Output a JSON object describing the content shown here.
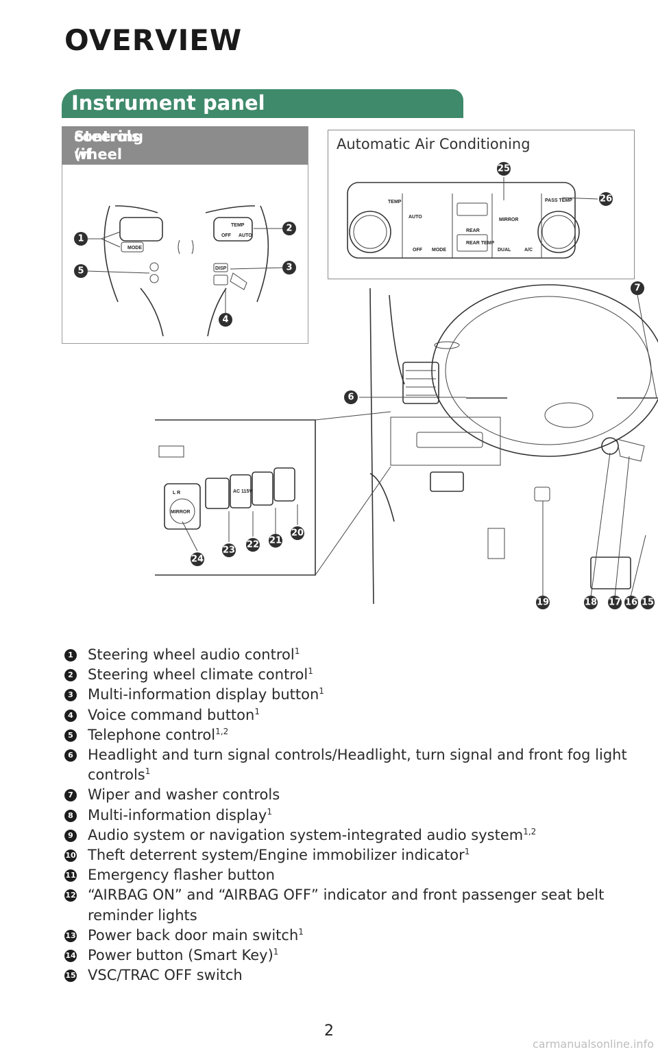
{
  "page": {
    "title": "OVERVIEW",
    "section": "Instrument panel",
    "steering_box_title": "Steering wheel controls (if equipped)",
    "steering_box_line1": "Steering wheel",
    "steering_box_line2": "controls (if equipped)",
    "ac_title": "Automatic Air Conditioning",
    "page_number": "2",
    "watermark": "carmanualsonline.info"
  },
  "ac_panel_labels": {
    "temp": "TEMP",
    "auto": "AUTO",
    "rear": "REAR",
    "rear_temp": "REAR TEMP",
    "mirror": "MIRROR",
    "pass_temp": "PASS TEMP",
    "off": "OFF",
    "mode": "MODE",
    "dual": "DUAL",
    "ac": "A/C"
  },
  "steering_labels": {
    "mode": "MODE",
    "off": "OFF",
    "auto": "AUTO",
    "disp": "DISP",
    "temp": "TEMP"
  },
  "switch_labels": {
    "lr": "L  R",
    "mirror": "MIRROR",
    "ac115v": "AC 115V"
  },
  "callouts": {
    "c1": "1",
    "c2": "2",
    "c3": "3",
    "c4": "4",
    "c5": "5",
    "c6": "6",
    "c7": "7",
    "c15": "15",
    "c16": "16",
    "c17": "17",
    "c18": "18",
    "c19": "19",
    "c20": "20",
    "c21": "21",
    "c22": "22",
    "c23": "23",
    "c24": "24",
    "c25": "25",
    "c26": "26"
  },
  "items": [
    {
      "num": "1",
      "text": "Steering wheel audio control",
      "sup": "1"
    },
    {
      "num": "2",
      "text": "Steering wheel climate control",
      "sup": "1"
    },
    {
      "num": "3",
      "text": "Multi-information display button",
      "sup": "1"
    },
    {
      "num": "4",
      "text": "Voice command button",
      "sup": "1"
    },
    {
      "num": "5",
      "text": "Telephone control",
      "sup": "1,2"
    },
    {
      "num": "6",
      "text": "Headlight and turn signal controls/Headlight, turn signal and front fog light controls",
      "sup": "1"
    },
    {
      "num": "7",
      "text": "Wiper and washer controls",
      "sup": ""
    },
    {
      "num": "8",
      "text": "Multi-information display",
      "sup": "1"
    },
    {
      "num": "9",
      "text": "Audio system or navigation system-integrated audio system",
      "sup": "1,2"
    },
    {
      "num": "10",
      "text": "Theft deterrent system/Engine immobilizer indicator",
      "sup": "1"
    },
    {
      "num": "11",
      "text": "Emergency flasher button",
      "sup": ""
    },
    {
      "num": "12",
      "text": "“AIRBAG ON” and “AIRBAG OFF” indicator and front passenger seat belt reminder lights",
      "sup": ""
    },
    {
      "num": "13",
      "text": "Power back door main switch",
      "sup": "1"
    },
    {
      "num": "14",
      "text": "Power button (Smart Key)",
      "sup": "1"
    },
    {
      "num": "15",
      "text": "VSC/TRAC OFF switch",
      "sup": ""
    }
  ],
  "colors": {
    "banner": "#3f8a6b",
    "steering_header": "#8c8c8c",
    "callout": "#2f2f2f"
  }
}
